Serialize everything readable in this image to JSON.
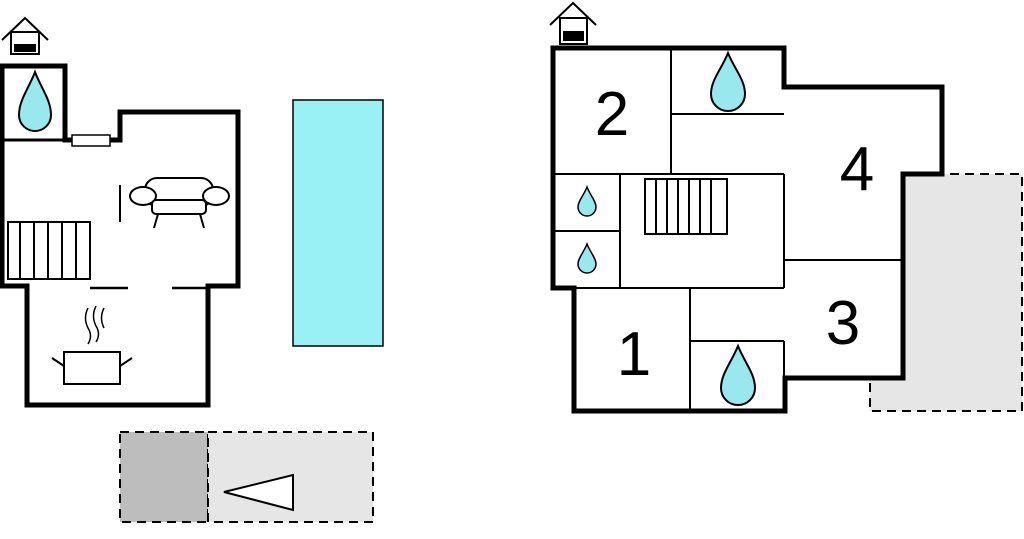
{
  "colors": {
    "wall": "#000000",
    "water": "#99E8EE",
    "pool": "#99F0F5",
    "outdoor_light": "#E6E6E6",
    "outdoor_dark": "#BDBDBD"
  },
  "icons": {
    "entrance": "house-entrance-icon",
    "water": "water-drop-icon",
    "sofa": "sofa-icon",
    "stairs": "stairs-icon",
    "kitchen": "cooking-pot-icon",
    "car": "car-arrow-icon"
  },
  "ground_floor": {
    "rooms": []
  },
  "upper_floor": {
    "room_labels": [
      "2",
      "4",
      "3",
      "1"
    ]
  }
}
